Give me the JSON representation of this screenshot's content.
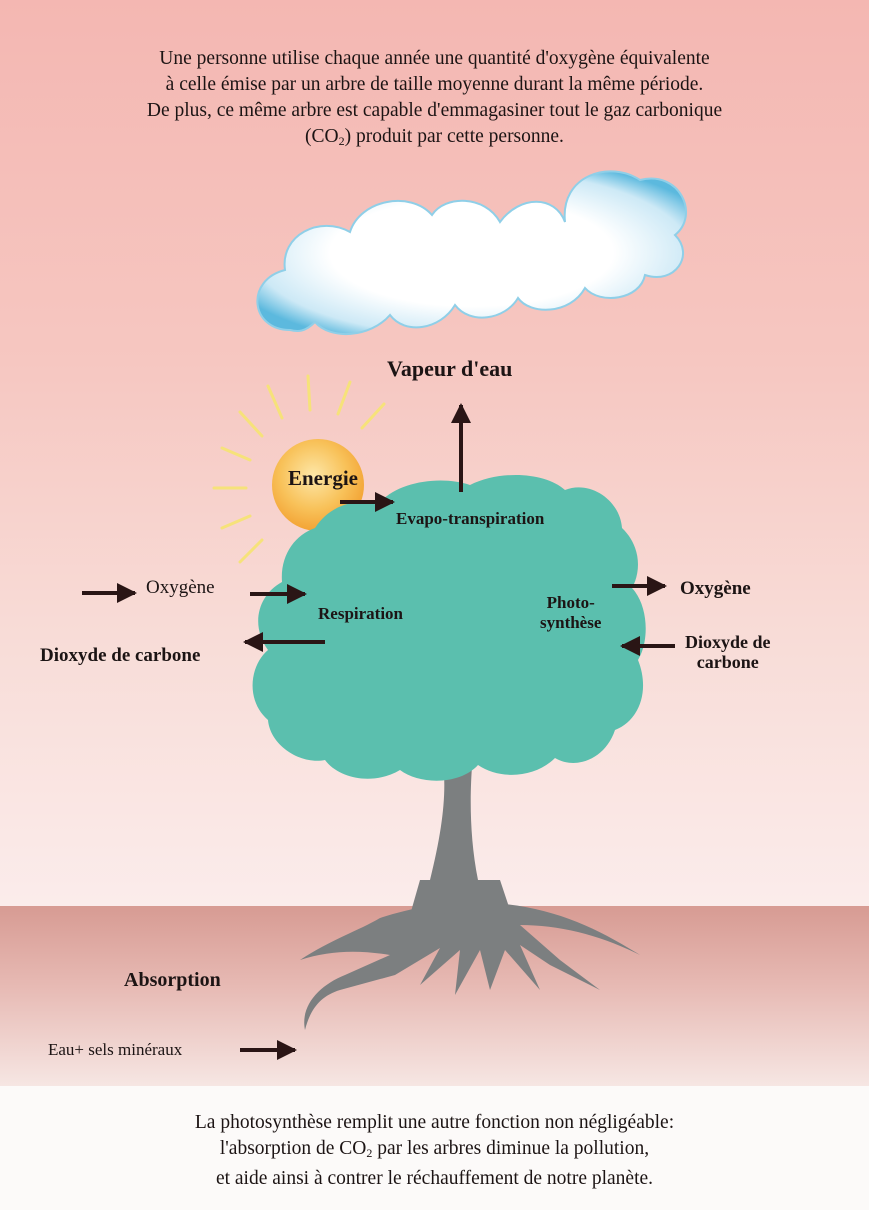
{
  "intro": {
    "lines": [
      "Une personne utilise chaque année une quantité d'oxygène équivalente",
      "à celle émise par un arbre de taille moyenne durant la même période.",
      "De plus, ce même arbre est capable d'emmagasiner tout le gaz carbonique"
    ],
    "line4_prefix": "(CO",
    "line4_sub": "2",
    "line4_suffix": ") produit par cette personne."
  },
  "labels": {
    "vapeur": "Vapeur d'eau",
    "energie": "Energie",
    "evapo": "Evapo-transpiration",
    "oxygene_left": "Oxygène",
    "respiration": "Respiration",
    "dioxyde_left": "Dioxyde de carbone",
    "photo_line1": "Photo-",
    "photo_line2": "synthèse",
    "oxygene_right": "Oxygène",
    "dioxyde_right_line1": "Dioxyde de",
    "dioxyde_right_line2": "carbone",
    "absorption": "Absorption",
    "eau": "Eau+ sels minéraux"
  },
  "outro": {
    "line1": "La photosynthèse remplit une autre fonction non négligéable:",
    "line2_prefix": "l'absorption de CO",
    "line2_sub": "2",
    "line2_suffix": " par les arbres diminue la pollution,",
    "line3": "et aide ainsi à contrer le réchauffement de notre planète."
  },
  "colors": {
    "sky": "#f4b7b2",
    "ground": "#d79b93",
    "foliage": "#5bbfae",
    "trunk": "#7c7f80",
    "sun": "#f7b94a",
    "arrow": "#2a1515"
  }
}
